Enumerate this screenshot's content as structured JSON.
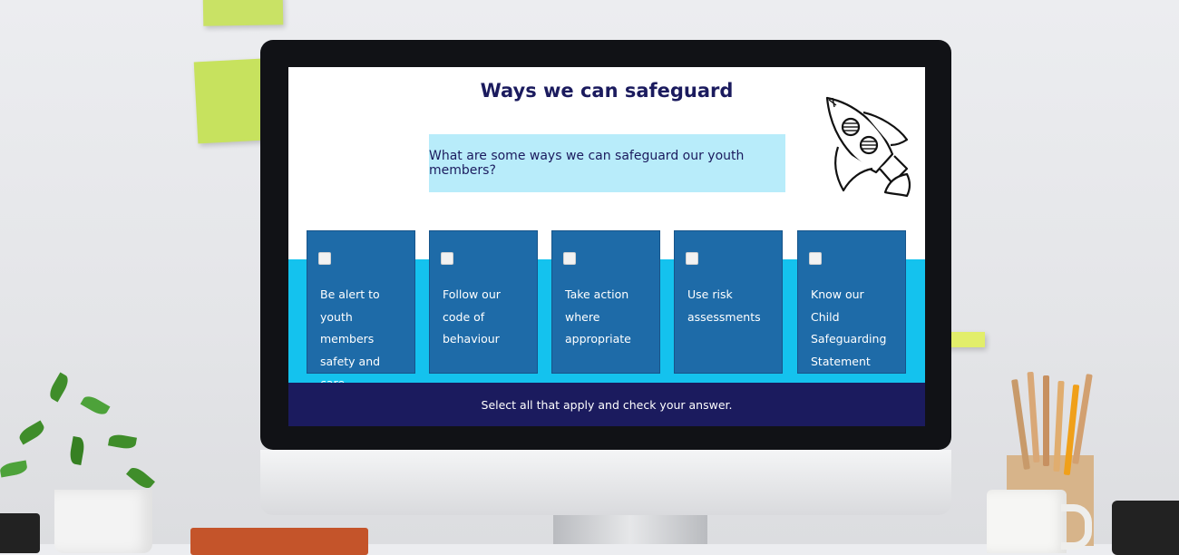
{
  "slide": {
    "title": "Ways we can safeguard",
    "question": "What are some ways we can safeguard our youth members?",
    "options": [
      {
        "lines": [
          "Be alert to",
          "youth",
          "members",
          "safety and care"
        ],
        "checked": false
      },
      {
        "lines": [
          "Follow our",
          "code of",
          "behaviour"
        ],
        "checked": false
      },
      {
        "lines": [
          "Take action",
          "where",
          "appropriate"
        ],
        "checked": false
      },
      {
        "lines": [
          "Use risk",
          "assessments"
        ],
        "checked": false
      },
      {
        "lines": [
          "Know our",
          "Child",
          "Safeguarding",
          "Statement"
        ],
        "checked": false
      }
    ],
    "instruction": "Select all that apply and check your answer.",
    "decoration_icon": "rocket-icon"
  },
  "colors": {
    "title_text": "#1b1b5e",
    "question_bg": "#b8ecfa",
    "card_bg": "#1e6ba8",
    "band": "#14c2ee",
    "footer_bg": "#1b1b5e",
    "sticky_note": "#c9e265"
  }
}
